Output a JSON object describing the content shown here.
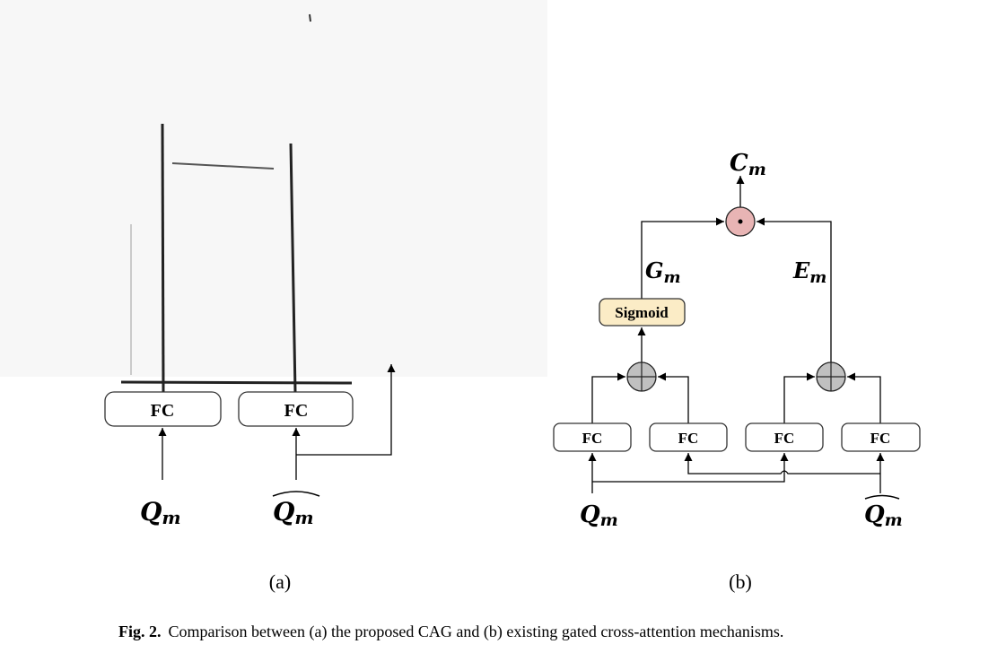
{
  "panel_a": {
    "fc_left": "FC",
    "fc_right": "FC",
    "input_left": {
      "base": "Q",
      "sub": "m"
    },
    "input_right": {
      "base": "Q",
      "sub": "m"
    },
    "label": "(a)"
  },
  "panel_b": {
    "output": {
      "base": "C",
      "sub": "m"
    },
    "gate": {
      "base": "G",
      "sub": "m"
    },
    "enhanced": {
      "base": "E",
      "sub": "m"
    },
    "sigmoid": "Sigmoid",
    "fc": [
      "FC",
      "FC",
      "FC",
      "FC"
    ],
    "input_left": {
      "base": "Q",
      "sub": "m"
    },
    "input_right": {
      "base": "Q",
      "sub": "m"
    },
    "label": "(b)"
  },
  "caption": {
    "prefix": "Fig. 2.",
    "text": "Comparison between (a) the proposed CAG and (b) existing gated cross-attention mechanisms."
  },
  "colors": {
    "multiply_node": "#e8b4b4",
    "add_node": "#c0c0c0",
    "sigmoid_fill": "#fbecc6"
  }
}
